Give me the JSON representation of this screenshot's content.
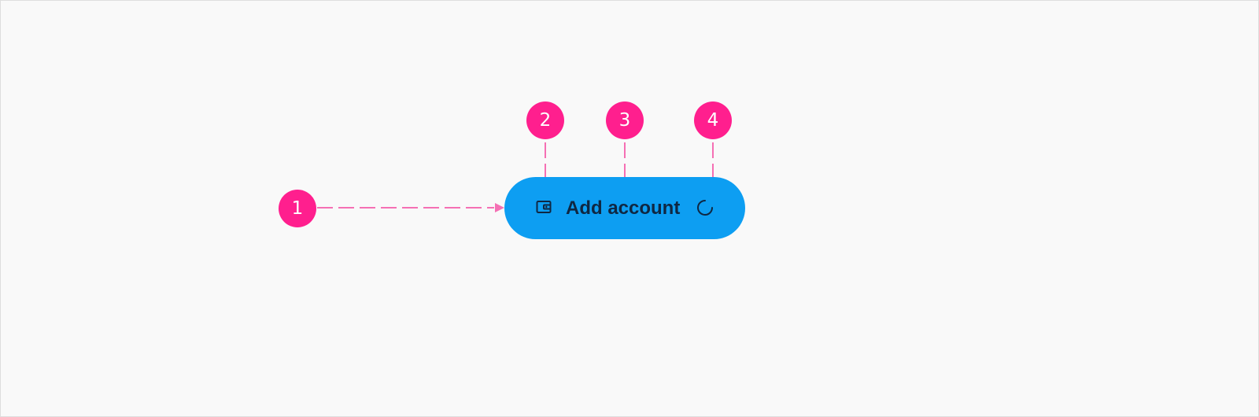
{
  "colors": {
    "marker": "#ff1f8e",
    "connector": "#f570b4",
    "button_background": "#0d9ef2",
    "button_text": "#0f2742"
  },
  "markers": [
    {
      "number": "1",
      "target": "button-container"
    },
    {
      "number": "2",
      "target": "leading-icon"
    },
    {
      "number": "3",
      "target": "label"
    },
    {
      "number": "4",
      "target": "trailing-icon"
    }
  ],
  "button": {
    "label": "Add account",
    "leading_icon": "wallet-icon",
    "trailing_icon": "spinner-icon"
  }
}
